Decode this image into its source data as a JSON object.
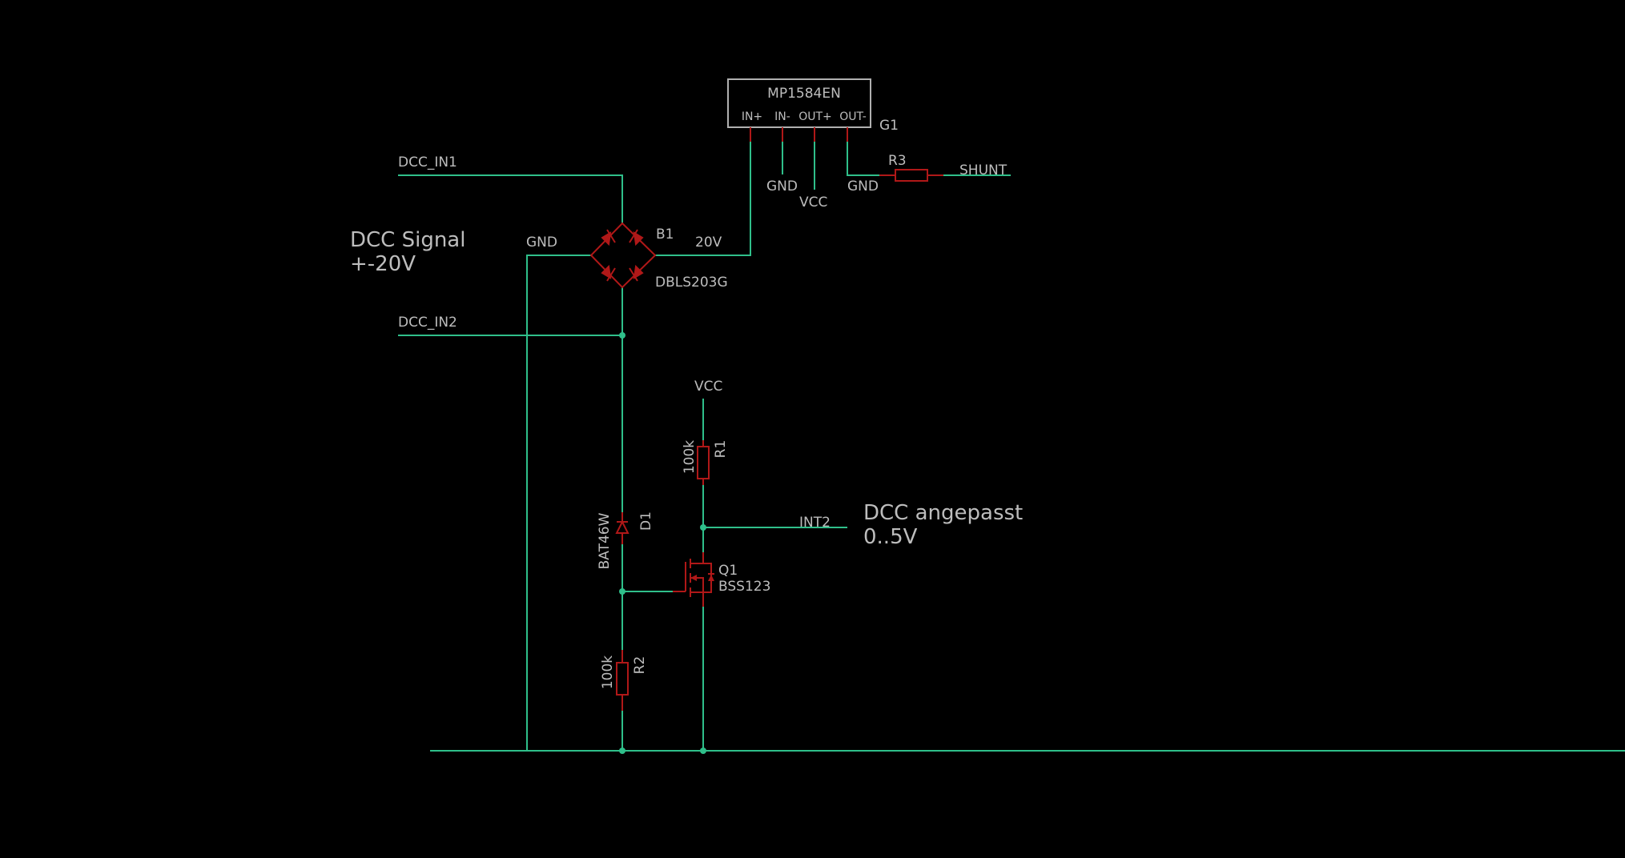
{
  "schematic": {
    "nets": {
      "dcc_in1": "DCC_IN1",
      "dcc_in2": "DCC_IN2",
      "gnd_bridge": "GND",
      "v20": "20V",
      "gnd_in_minus": "GND",
      "vcc_out_plus": "VCC",
      "gnd_out_minus": "GND",
      "shunt": "SHUNT",
      "vcc_r1": "VCC",
      "int2": "INT2"
    },
    "notes": {
      "dcc_signal_line1": "DCC Signal",
      "dcc_signal_line2": "+-20V",
      "dcc_adapted_line1": "DCC angepasst",
      "dcc_adapted_line2": "0..5V"
    },
    "parts": {
      "g1": {
        "name": "G1",
        "value": "MP1584EN",
        "pins": [
          "IN+",
          "IN-",
          "OUT+",
          "OUT-"
        ]
      },
      "b1": {
        "name": "B1",
        "value": "DBLS203G"
      },
      "r3": {
        "name": "R3"
      },
      "r1": {
        "name": "R1",
        "value": "100k"
      },
      "r2": {
        "name": "R2",
        "value": "100k"
      },
      "d1": {
        "name": "D1",
        "value": "BAT46W"
      },
      "q1": {
        "name": "Q1",
        "value": "BSS123"
      }
    },
    "colors": {
      "background": "#000000",
      "wire": "#2fbf8a",
      "component": "#b01818",
      "text": "#bdbdbd",
      "module_outline": "#b0b0b0"
    }
  }
}
